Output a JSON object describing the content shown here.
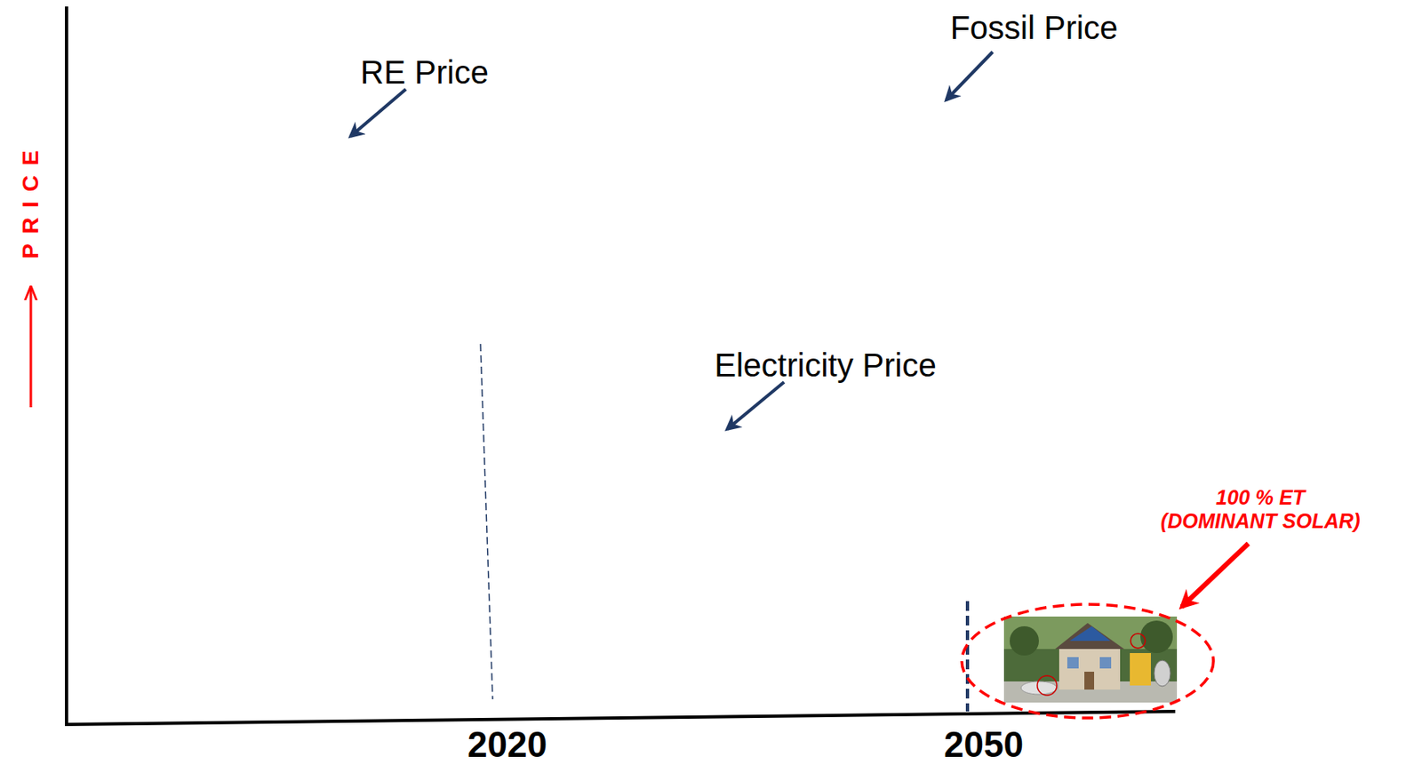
{
  "diagram": {
    "labels": [
      "PRICE",
      "RE Price",
      "Fossil Price",
      "Electricity Price",
      "2020",
      "2050",
      "100 % ET (DOMINANT SOLAR)"
    ]
  }
}
